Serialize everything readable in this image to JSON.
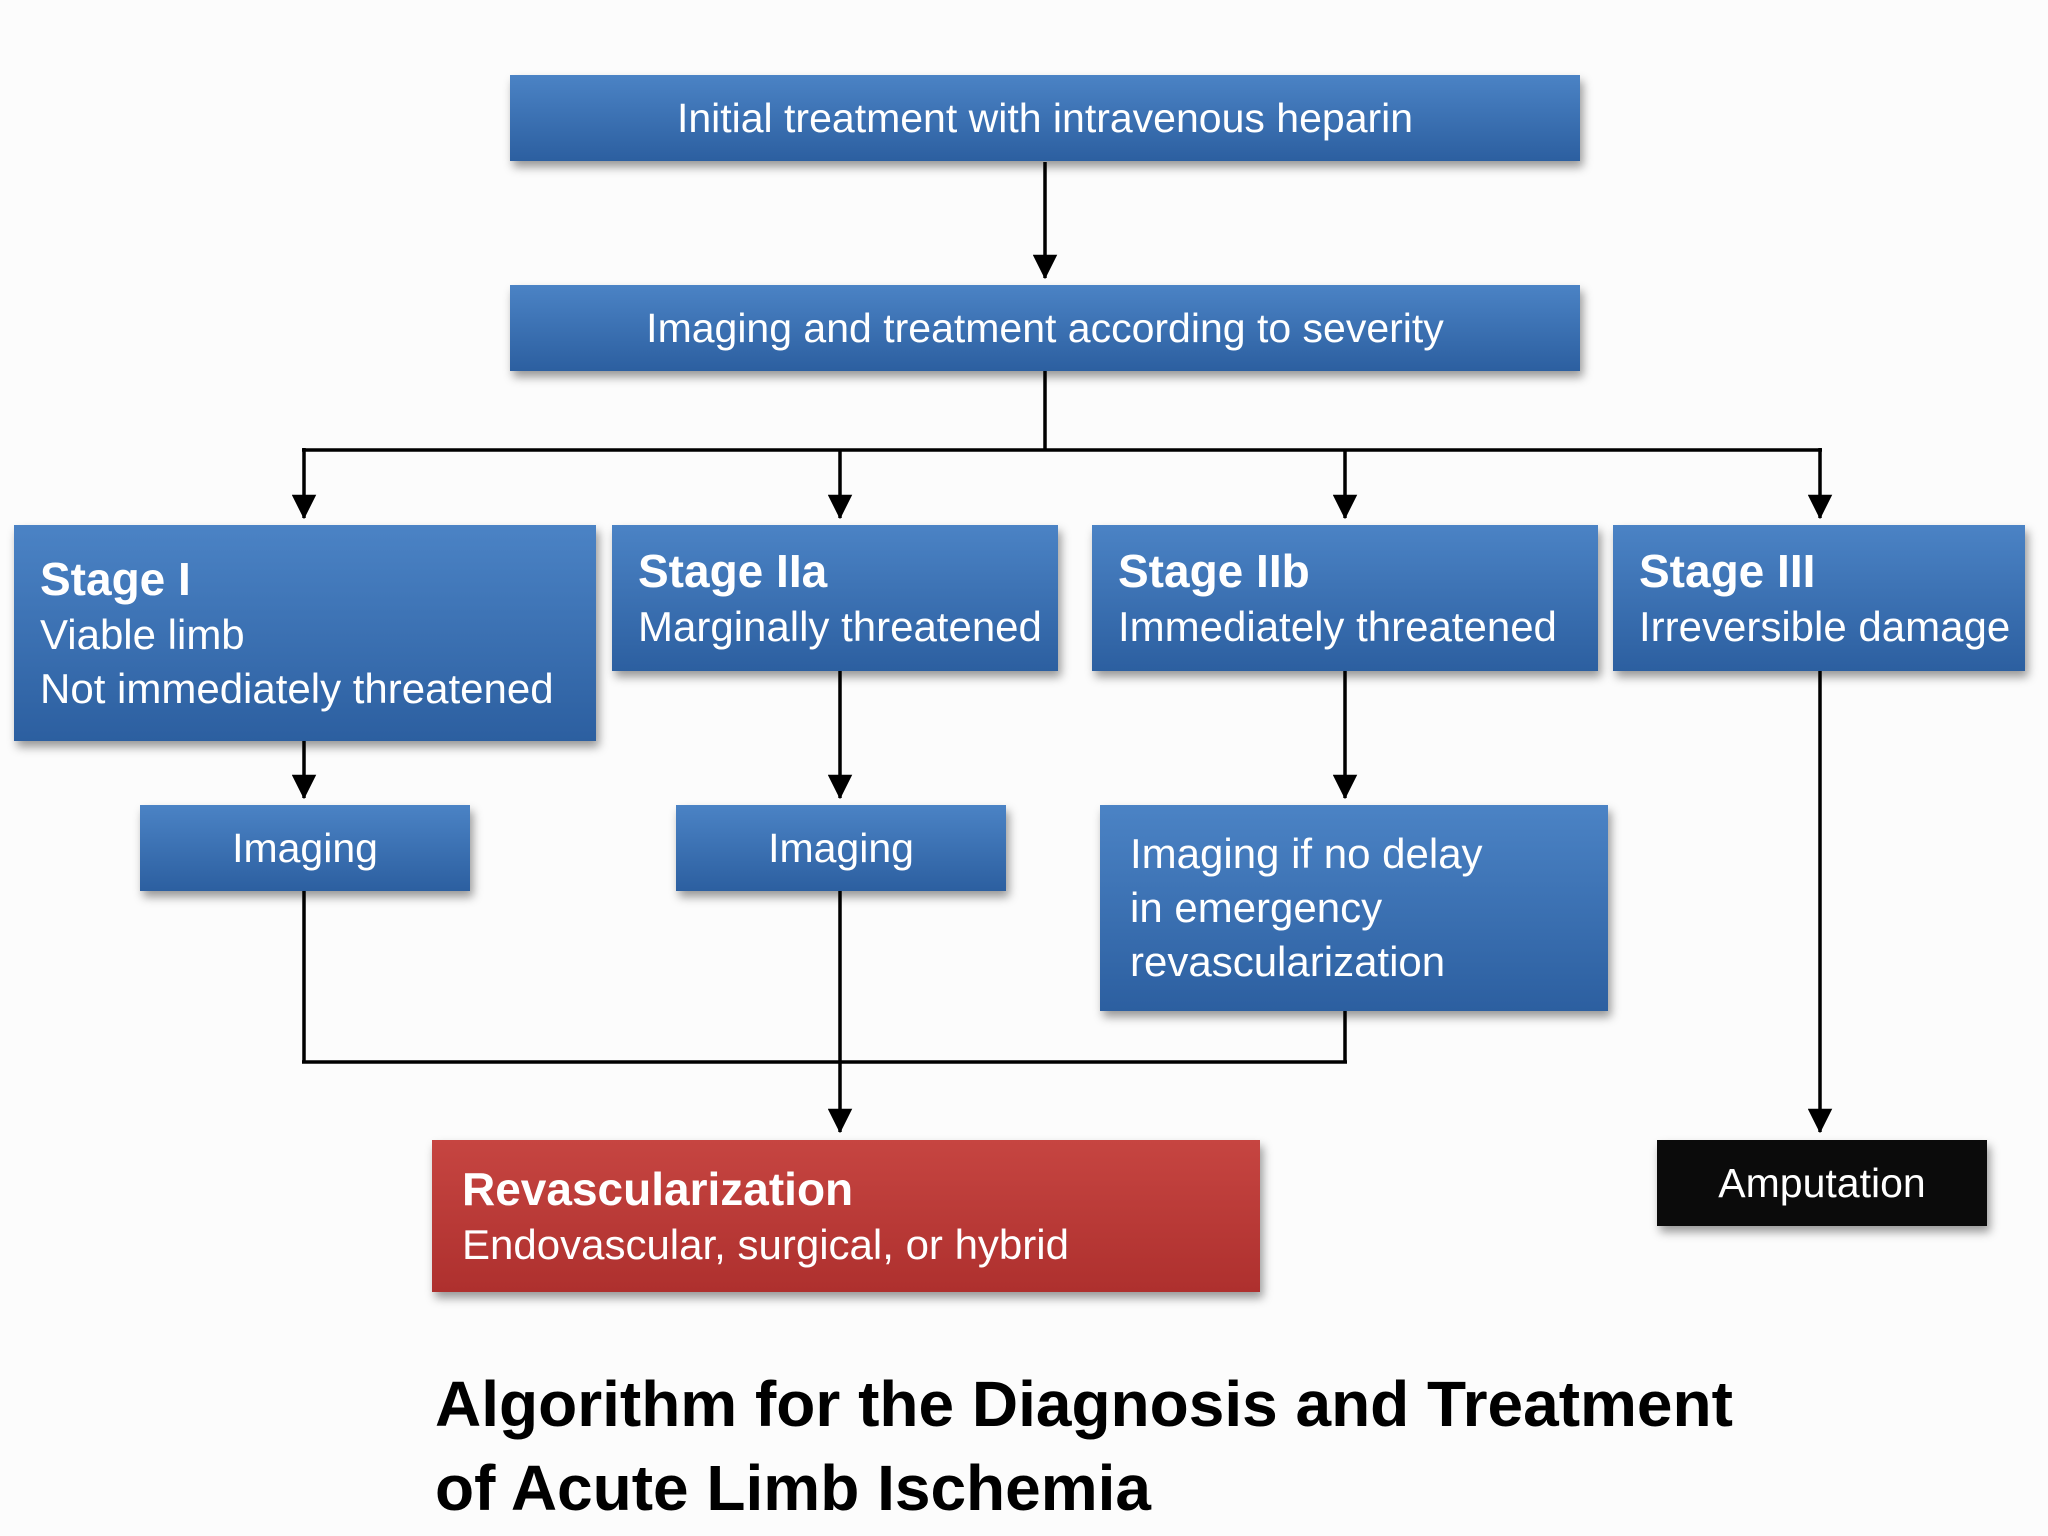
{
  "title": {
    "line1": "Algorithm for the Diagnosis and Treatment",
    "line2": "of Acute Limb Ischemia"
  },
  "nodes": {
    "initial_treatment": {
      "text": "Initial treatment with intravenous heparin"
    },
    "imaging_severity": {
      "text": "Imaging and treatment according to severity"
    },
    "stage_i": {
      "heading": "Stage I",
      "lines": [
        "Viable limb",
        "Not immediately threatened"
      ]
    },
    "stage_iia": {
      "heading": "Stage IIa",
      "lines": [
        "Marginally threatened"
      ]
    },
    "stage_iib": {
      "heading": "Stage IIb",
      "lines": [
        "Immediately threatened"
      ]
    },
    "stage_iii": {
      "heading": "Stage III",
      "lines": [
        "Irreversible damage"
      ]
    },
    "imaging_stage_i": {
      "text": "Imaging"
    },
    "imaging_stage_iia": {
      "text": "Imaging"
    },
    "imaging_stage_iib": {
      "lines": [
        "Imaging if no delay",
        "in emergency",
        "revascularization"
      ]
    },
    "revascularization": {
      "heading": "Revascularization",
      "subheading": "Endovascular, surgical, or hybrid"
    },
    "amputation": {
      "text": "Amputation"
    }
  },
  "colors": {
    "box_blue_top": "#4b83c5",
    "box_blue_bottom": "#2c5fa0",
    "box_red_top": "#c64541",
    "box_red_bottom": "#ae302e",
    "box_black": "#0b0b0b",
    "connector_line": "#000000",
    "background": "#fcfcfc",
    "text_on_box": "#ffffff",
    "title_text": "#000000"
  }
}
